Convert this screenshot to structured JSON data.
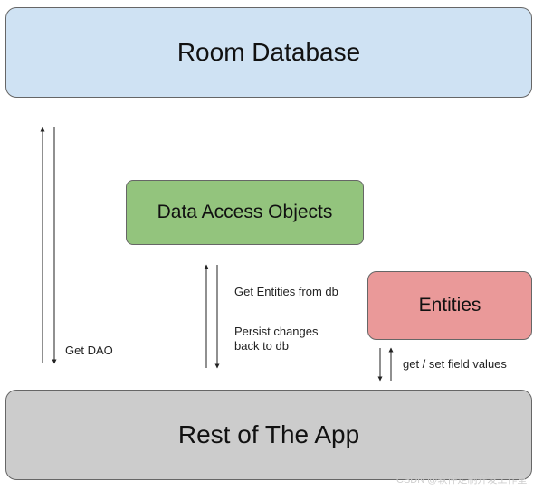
{
  "boxes": {
    "room": {
      "label": "Room Database",
      "color": "#cfe2f3"
    },
    "dao": {
      "label": "Data Access Objects",
      "color": "#93c47d"
    },
    "entities": {
      "label": "Entities",
      "color": "#ea9999"
    },
    "rest": {
      "label": "Rest of The App",
      "color": "#cccccc"
    }
  },
  "labels": {
    "get_dao": "Get DAO",
    "get_entities": "Get Entities from db",
    "persist_changes": "Persist changes\nback to db",
    "field_values": "get / set field values"
  },
  "watermark": "CSDN @软件定制开发工作室"
}
